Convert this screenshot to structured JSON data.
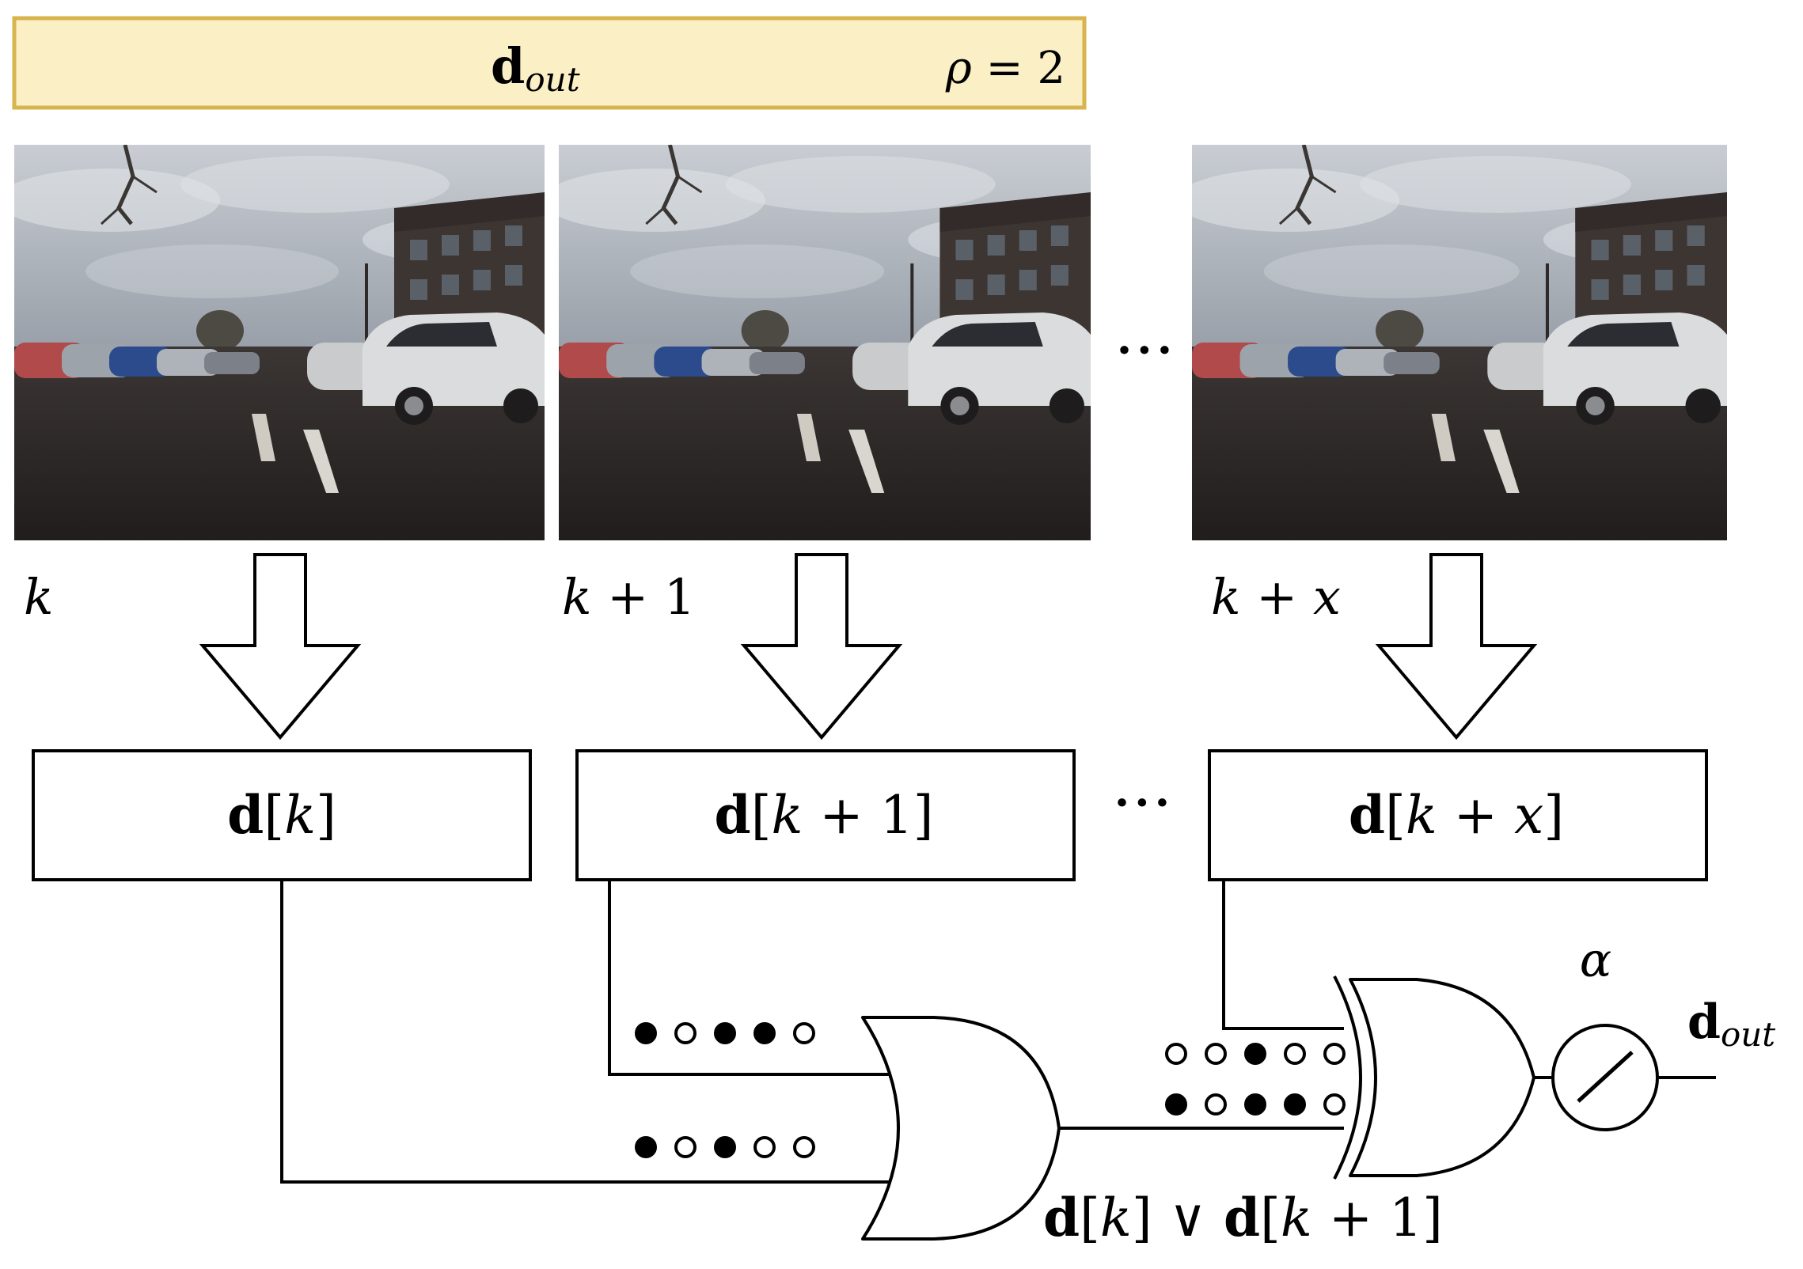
{
  "header": {
    "title_base": "d",
    "title_sub": "out",
    "rho_symbol": "ρ",
    "rho_eq": " = ",
    "rho_value": "2",
    "fill": "#fbefc5",
    "stroke": "#d7b44e"
  },
  "frames": [
    {
      "label_var": "k",
      "label_op": "",
      "label_term": ""
    },
    {
      "label_var": "k",
      "label_op": " + ",
      "label_term": "1"
    },
    {
      "label_var": "k",
      "label_op": " + ",
      "label_term": "x"
    }
  ],
  "ellipsis": "···",
  "boxes": [
    {
      "bold": "d",
      "open": "[",
      "var": "k",
      "op": "",
      "term": "",
      "close": "]"
    },
    {
      "bold": "d",
      "open": "[",
      "var": "k",
      "op": " + ",
      "term": "1",
      "close": "]"
    },
    {
      "bold": "d",
      "open": "[",
      "var": "k",
      "op": " + ",
      "term": "x",
      "close": "]"
    }
  ],
  "bit_vectors": {
    "or_input_top": [
      1,
      0,
      1,
      1,
      0
    ],
    "or_input_bottom": [
      1,
      0,
      1,
      0,
      0
    ],
    "xor_input_top": [
      0,
      0,
      1,
      0,
      0
    ],
    "xor_input_bottom": [
      1,
      0,
      1,
      1,
      0
    ]
  },
  "or_output_label": {
    "p1_bold": "d",
    "p1_open": "[",
    "p1_var": "k",
    "p1_close": "]",
    "or_symbol": " ∨ ",
    "p2_bold": "d",
    "p2_open": "[",
    "p2_var": "k",
    "p2_op": " + ",
    "p2_term": "1",
    "p2_close": "]"
  },
  "alpha": "α",
  "output": {
    "base": "d",
    "sub": "out"
  }
}
